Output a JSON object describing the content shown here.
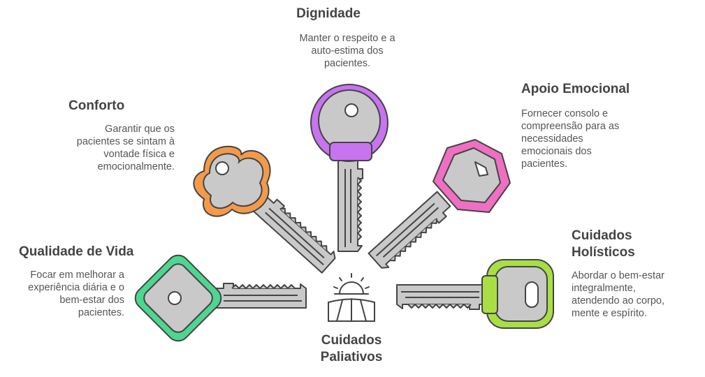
{
  "center": {
    "title": "Cuidados\nPaliativos",
    "icon": "sunrise-field-icon"
  },
  "items": [
    {
      "id": "qualidade",
      "title": "Qualidade de Vida",
      "desc": "Focar em melhorar a\nexperiência diária e o\nbem-estar dos\npacientes.",
      "color": "#4cd68f",
      "icon": "key-icon"
    },
    {
      "id": "conforto",
      "title": "Conforto",
      "desc": "Garantir que os\npacientes se sintam à\nvontade física e\nemocionalmente.",
      "color": "#f39a4a",
      "icon": "key-icon"
    },
    {
      "id": "dignidade",
      "title": "Dignidade",
      "desc": "Manter o respeito e a\nauto-estima dos\npacientes.",
      "color": "#c873f0",
      "icon": "key-icon"
    },
    {
      "id": "apoio",
      "title": "Apoio Emocional",
      "desc": "Fornecer consolo e\ncompreensão para as\nnecessidades\nemocionais dos\npacientes.",
      "color": "#ef6fc3",
      "icon": "key-icon"
    },
    {
      "id": "holisticos",
      "title": "Cuidados\nHolísticos",
      "desc": "Abordar o bem-estar\nintegralmente,\natendendo ao corpo,\nmente e espírito.",
      "color": "#a8df45",
      "icon": "key-icon"
    }
  ]
}
